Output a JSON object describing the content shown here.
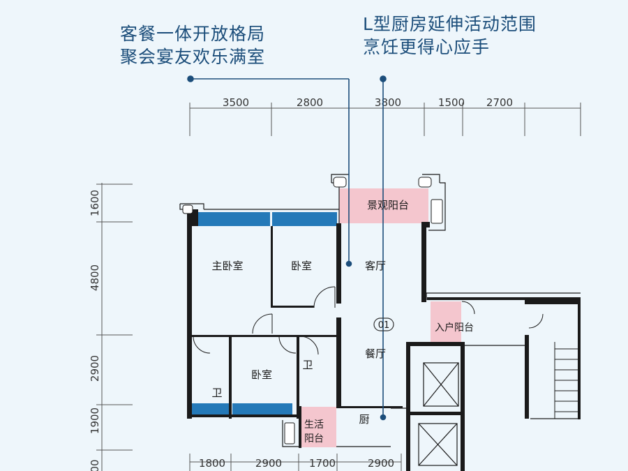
{
  "callouts": {
    "left": {
      "line1": "客餐一体开放格局",
      "line2": "聚会宴友欢乐满室"
    },
    "right": {
      "line1": "L型厨房延伸活动范围",
      "line2": "烹饪更得心应手"
    }
  },
  "dimensions": {
    "top": [
      "3500",
      "2800",
      "3800",
      "1500",
      "2700"
    ],
    "bottom": [
      "1800",
      "2900",
      "1700",
      "2900"
    ],
    "left": [
      "1600",
      "4800",
      "2900",
      "1900",
      "00"
    ]
  },
  "rooms": {
    "master_bedroom": "主卧室",
    "bedroom_1": "卧室",
    "bedroom_2": "卧室",
    "living_room": "客厅",
    "dining_room": "餐厅",
    "kitchen": "厨",
    "bathroom_1": "卫",
    "bathroom_2": "卫",
    "view_balcony": "景观阳台",
    "entry_balcony": "入户阳台",
    "utility_balcony_line1": "生活",
    "utility_balcony_line2": "阳台",
    "unit_number": "01"
  },
  "colors": {
    "background": "#eef6fb",
    "callout_text": "#1b4d7a",
    "wall": "#1a1a1a",
    "window_blue": "#2479b8",
    "balcony_pink": "#f4c6ce",
    "dimension_line": "#555555"
  }
}
